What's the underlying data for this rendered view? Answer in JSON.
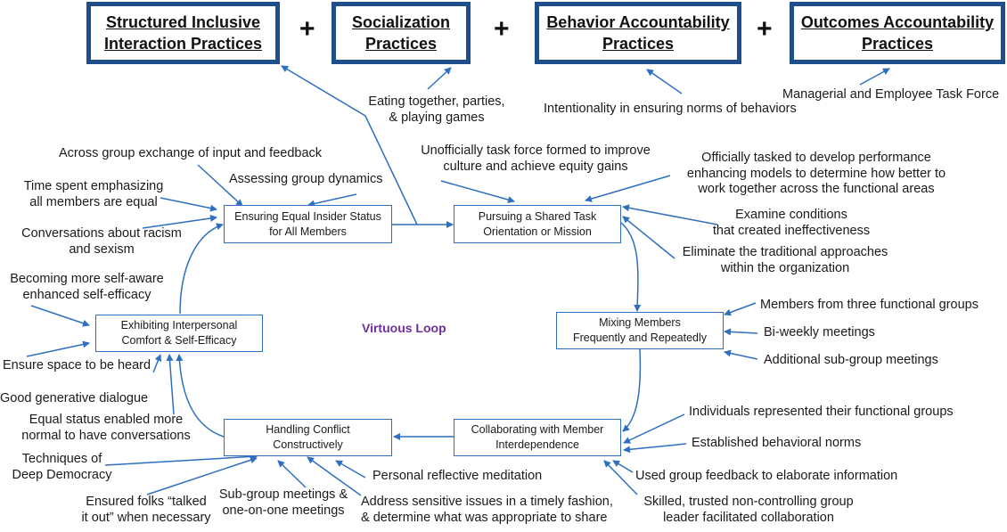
{
  "practices": [
    {
      "label": "Structured Inclusive\nInteraction Practices"
    },
    {
      "label": "Socialization\nPractices"
    },
    {
      "label": "Behavior Accountability\nPractices"
    },
    {
      "label": "Outcomes Accountability\nPractices"
    }
  ],
  "plus": "+",
  "center_label": "Virtuous Loop",
  "nodes": {
    "equal_status": "Ensuring Equal Insider Status\nfor All Members",
    "shared_task": "Pursuing a Shared Task\nOrientation or Mission",
    "mixing": "Mixing Members\nFrequently and Repeatedly",
    "collaborating": "Collaborating with Member\nInterdependence",
    "conflict": "Handling Conflict\nConstructively",
    "comfort": "Exhibiting Interpersonal\nComfort & Self-Efficacy"
  },
  "annotations": {
    "socialization": "Eating together, parties,\n& playing games",
    "behavior": "Intentionality in ensuring norms of behaviors",
    "outcomes": "Managerial and Employee Task Force",
    "across_group": "Across group exchange of input and feedback",
    "assessing": "Assessing group dynamics",
    "time_spent": "Time spent emphasizing\nall members are equal",
    "conversations": "Conversations about racism\nand sexism",
    "self_aware": "Becoming more self-aware\nenhanced self-efficacy",
    "space_heard": "Ensure space to be heard",
    "generative": "Good generative dialogue",
    "equal_enabled": "Equal status enabled more\nnormal to have conversations",
    "deep_democracy": "Techniques of\nDeep Democracy",
    "talked_out": "Ensured folks “talked\nit out” when necessary",
    "subgroup": "Sub-group meetings &\none-on-one meetings",
    "meditation": "Personal reflective meditation",
    "sensitive": "Address sensitive issues in a timely fashion,\n& determine what was appropriate to share",
    "skilled": "Skilled, trusted non-controlling group\nleader facilitated collaboration",
    "feedback": "Used group feedback to elaborate information",
    "norms": "Established behavioral norms",
    "represented": "Individuals represented their functional groups",
    "three_groups": "Members from three functional groups",
    "biweekly": "Bi-weekly meetings",
    "additional": "Additional sub-group meetings",
    "unofficial": "Unofficially task force formed to improve\nculture and achieve equity gains",
    "official": "Officially tasked to develop performance\nenhancing models to determine how better to\nwork together across the functional areas",
    "examine": "Examine conditions\nthat created ineffectiveness",
    "eliminate": "Eliminate the traditional approaches\nwithin the organization"
  },
  "colors": {
    "arrow": "#2E6FBF",
    "top_border": "#1F4E8C",
    "loop_label": "#7030A0"
  }
}
